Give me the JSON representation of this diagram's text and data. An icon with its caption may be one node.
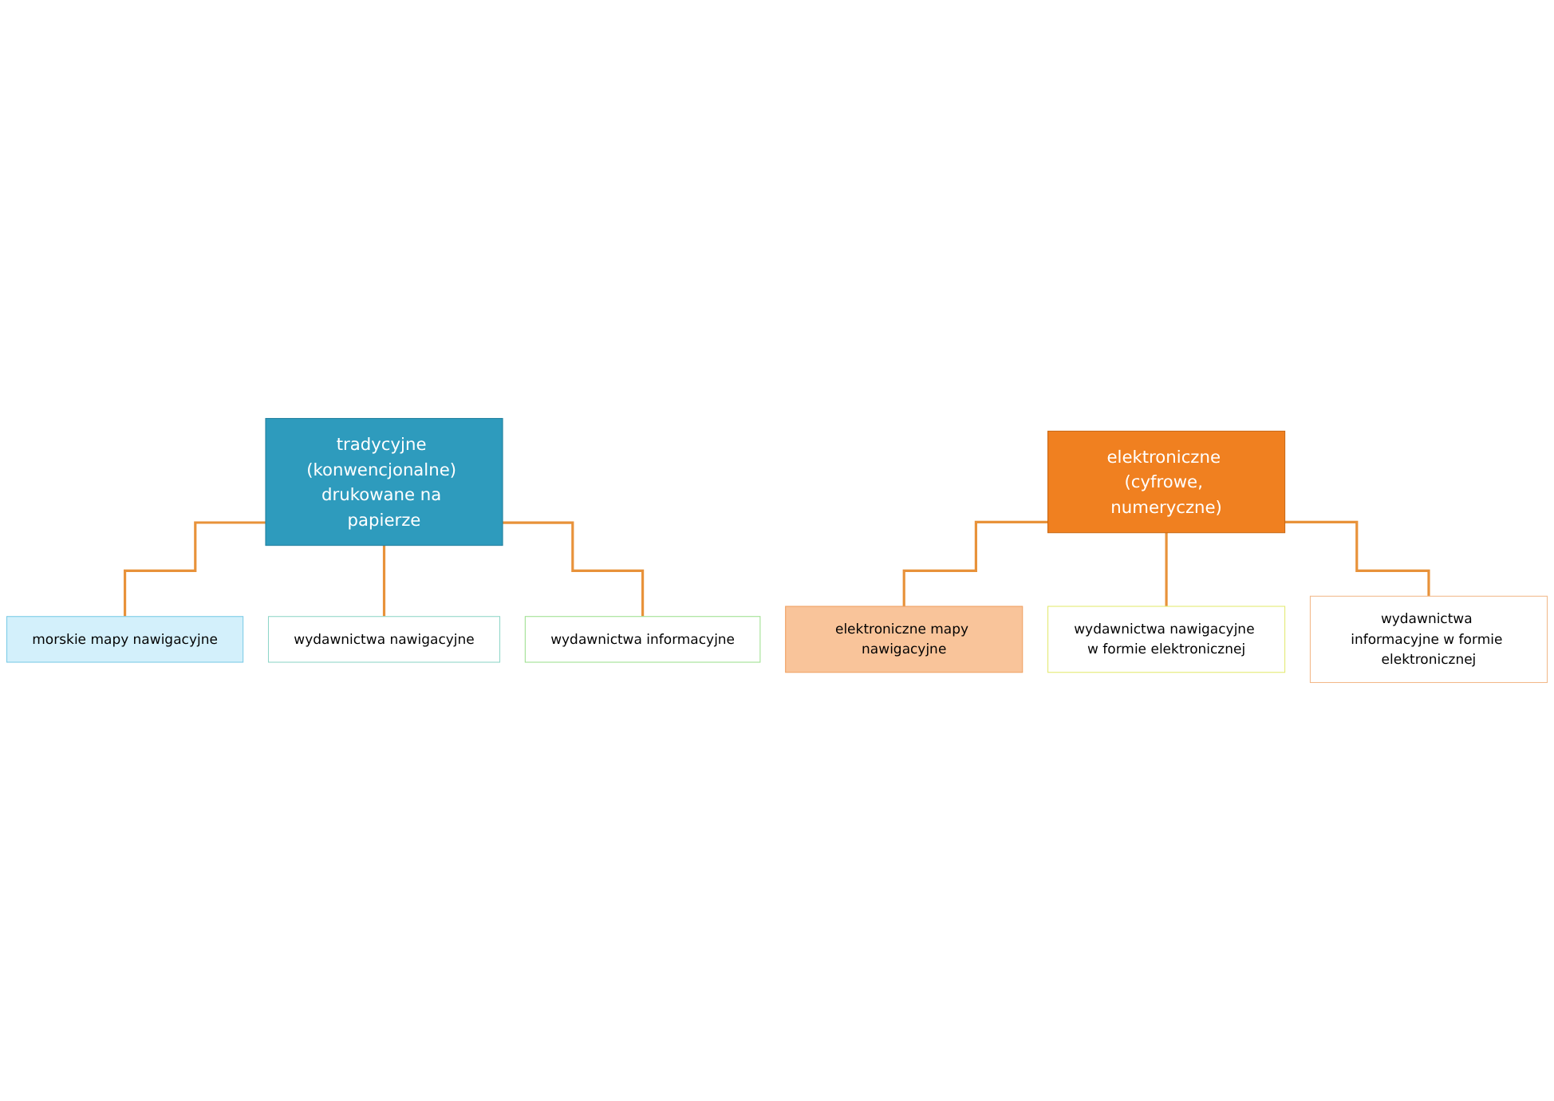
{
  "diagram": {
    "nodes": [
      {
        "text": [
          "tradycyjne (konwencjonalne) drukowane na papierze"
        ]
      },
      {
        "text": [
          "morskie mapy nawigacyjne"
        ]
      },
      {
        "text": [
          "wydawnictwa nawigacyjne"
        ]
      },
      {
        "text": [
          "wydawnictwa informacyjne"
        ]
      },
      {
        "text": [
          "elektroniczne (cyfrowe, numeryczne)"
        ]
      },
      {
        "text": [
          "elektroniczne mapy nawigacyjne"
        ]
      },
      {
        "text": [
          "wydawnictwa nawigacyjne w formie elektronicznej"
        ]
      },
      {
        "text": [
          "wydawnictwa informacyjne w formie elektronicznej"
        ]
      }
    ],
    "edges": [
      {
        "from": 0,
        "to": 1,
        "arrow": "none"
      },
      {
        "from": 0,
        "to": 2,
        "arrow": "none"
      },
      {
        "from": 0,
        "to": 3,
        "arrow": "none"
      },
      {
        "from": 4,
        "to": 5,
        "arrow": "none"
      },
      {
        "from": 4,
        "to": 6,
        "arrow": "none"
      },
      {
        "from": 4,
        "to": 7,
        "arrow": "none"
      }
    ]
  }
}
